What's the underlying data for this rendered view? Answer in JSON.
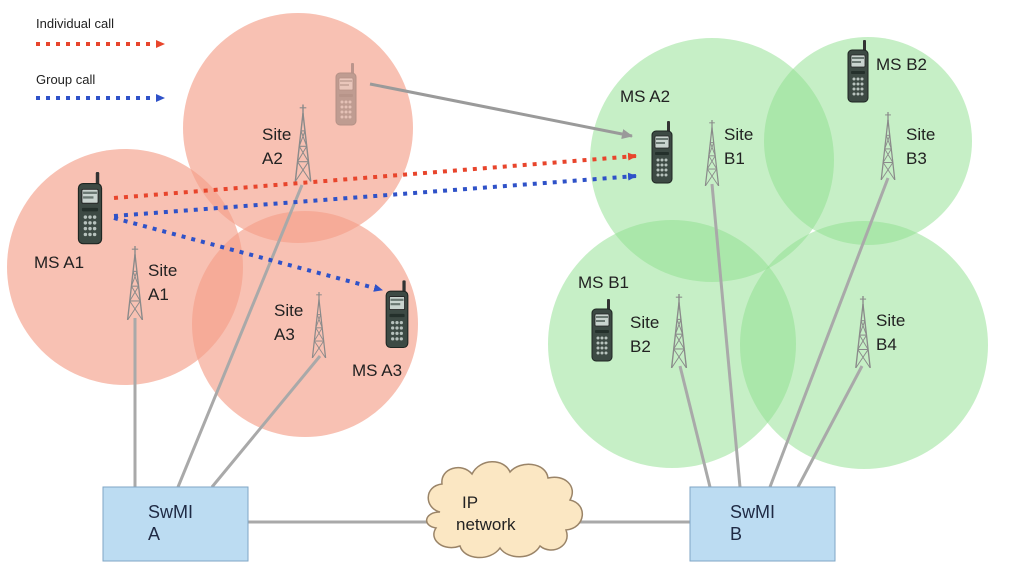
{
  "legend": {
    "individual_call": "Individual call",
    "group_call": "Group call"
  },
  "colors": {
    "individual_call": "#e8452c",
    "group_call": "#2f52c8",
    "site_a_coverage": "#f4a08a",
    "site_b_coverage": "#8ee08e",
    "swmi_box": "#bcdcf2",
    "links": "#a9a9a9"
  },
  "sites": {
    "a1": [
      "Site",
      "A1"
    ],
    "a2": [
      "Site",
      "A2"
    ],
    "a3": [
      "Site",
      "A3"
    ],
    "b1": [
      "Site",
      "B1"
    ],
    "b2": [
      "Site",
      "B2"
    ],
    "b3": [
      "Site",
      "B3"
    ],
    "b4": [
      "Site",
      "B4"
    ]
  },
  "mobiles": {
    "a1": "MS A1",
    "a2": "MS A2",
    "a3": "MS A3",
    "b1": "MS B1",
    "b2": "MS B2"
  },
  "swmi": {
    "a": [
      "SwMI",
      "A"
    ],
    "b": [
      "SwMI",
      "B"
    ]
  },
  "network": [
    "IP",
    "network"
  ]
}
